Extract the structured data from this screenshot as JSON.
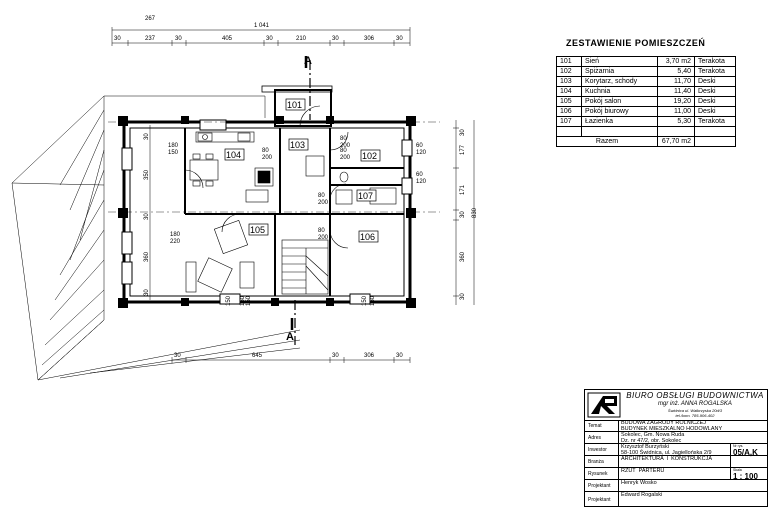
{
  "drawing": {
    "section_marker": "A",
    "room_numbers": [
      "101",
      "102",
      "103",
      "104",
      "105",
      "106",
      "107"
    ],
    "top_overall_dim": "1 041",
    "top_dims": [
      "267",
      "30",
      "237",
      "30",
      "405",
      "30",
      "210",
      "30",
      "306",
      "30"
    ],
    "bottom_dims": [
      "30",
      "645",
      "30",
      "306",
      "30"
    ],
    "left_dims": [
      "30",
      "350",
      "30",
      "360",
      "30"
    ],
    "right_dims": [
      "30",
      "177",
      "171",
      "30",
      "360",
      "30"
    ],
    "right_overall_dim": "830",
    "opening_labels": [
      "180/150",
      "80/200",
      "80/200",
      "60/120",
      "60/120",
      "80/200",
      "80/200",
      "180/220",
      "80/200",
      "150",
      "150",
      "150",
      "150",
      "150"
    ]
  },
  "schedule": {
    "title": "ZESTAWIENIE  POMIESZCZEŃ",
    "rows": [
      {
        "num": "101",
        "name": "Sień",
        "area": "3,70 m2",
        "floor": "Terakota"
      },
      {
        "num": "102",
        "name": "Spiżarnia",
        "area": "5,40",
        "floor": "Terakota"
      },
      {
        "num": "103",
        "name": "Korytarz, schody",
        "area": "11,70",
        "floor": "Deski"
      },
      {
        "num": "104",
        "name": "Kuchnia",
        "area": "11,40",
        "floor": "Deski"
      },
      {
        "num": "105",
        "name": "Pokój salon",
        "area": "19,20",
        "floor": "Deski"
      },
      {
        "num": "106",
        "name": "Pokój  biurowy",
        "area": "11,00",
        "floor": "Deski"
      },
      {
        "num": "107",
        "name": "Łazienka",
        "area": "5,30",
        "floor": "Terakota"
      }
    ],
    "total_label": "Razem",
    "total_area": "67,70 m2"
  },
  "title_block": {
    "company": "BIURO OBSŁUGI BUDOWNICTWA",
    "owner": "mgr inż. ANNA ROGALSKA",
    "address1": "Świdnica ul. Wałbrzyska 20d/3",
    "address2": "tel./kom. 785-906-402",
    "rows": [
      {
        "key": "Temat",
        "value": "BUDOWA ZAGRODY ROLNICZEJ\nBUDYNEK MIESZKALNO HODOWLANY"
      },
      {
        "key": "Adres",
        "value": "Sokolec, Gm. Nowa Ruda\nDz. nr 47/2, obr. Sokolec"
      },
      {
        "key": "Inwestor",
        "value": "Krzysztof Burzyński\n58-100 Świdnica, ul. Jagiellońska 2/9"
      },
      {
        "key": "Branża",
        "value": "ARCHITEKTURA  I  KONSTRUKCJA"
      },
      {
        "key": "Rysunek",
        "value": "RZUT  PARTERU"
      },
      {
        "key": "Projektant",
        "value": "Henryk Wosko"
      },
      {
        "key": "Projektant",
        "value": "Edward Rogalski"
      }
    ],
    "sheet_key": "Nr rys.",
    "sheet_value": "05/A,K",
    "scale_key": "Skala",
    "scale_value": "1 : 100"
  }
}
